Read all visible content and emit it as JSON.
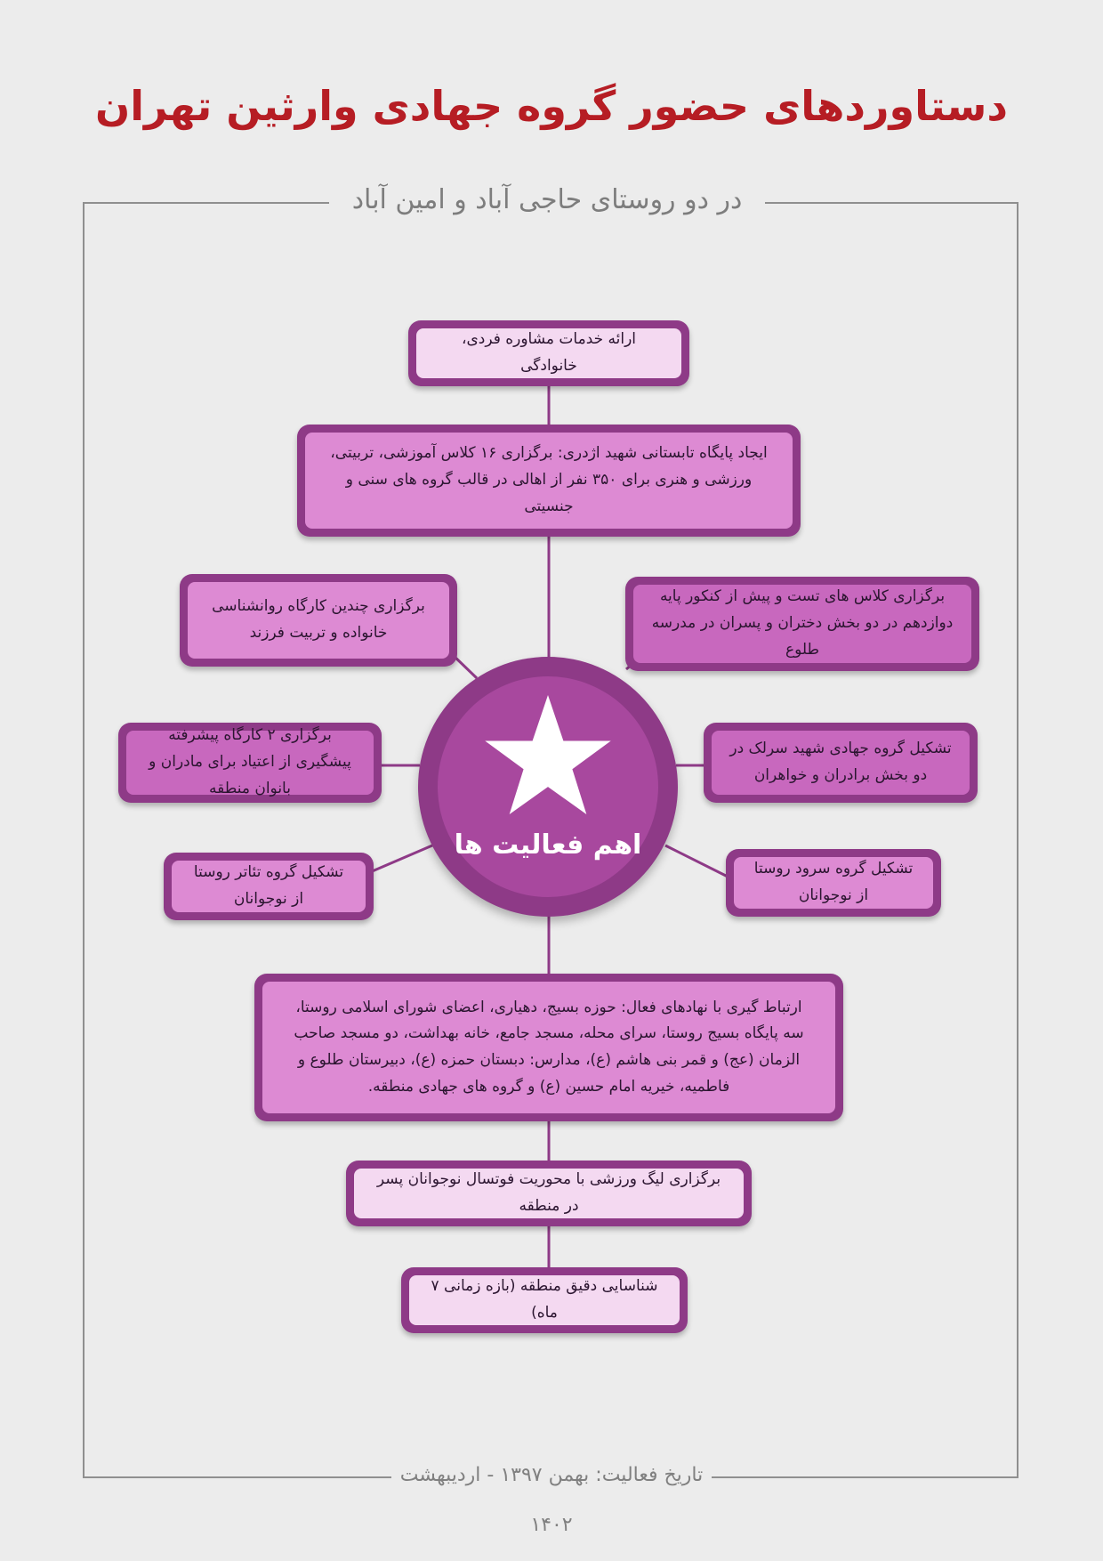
{
  "title": "دستاوردهای حضور گروه جهادی وارثین تهران",
  "subtitle": "در دو روستای حاجی آباد و امین آباد",
  "center": {
    "label": "اهم فعالیت ها",
    "icon": "star-icon"
  },
  "boxes": {
    "top1": "ارائه خدمات مشاوره فردی، خانوادگی",
    "top2": "ایجاد پایگاه تابستانی شهید اژدری: برگزاری ۱۶ کلاس آموزشی، تربیتی، ورزشی و هنری برای ۳۵۰ نفر از اهالی در قالب گروه های سنی و جنسیتی",
    "left1": "برگزاری چندین کارگاه روانشناسی خانواده و تربیت فرزند",
    "right1": "برگزاری کلاس های تست و پیش از کنکور پایه دوازدهم در دو بخش دختران و پسران در مدرسه طلوع",
    "left2": "برگزاری ۲ کارگاه پیشرفته پیشگیری از اعتیاد برای مادران و بانوان منطقه",
    "right2": "تشکیل گروه جهادی شهید سرلک در دو بخش برادران و خواهران",
    "left3": "تشکیل گروه تئاتر روستا از نوجوانان",
    "right3": "تشکیل گروه سرود روستا از نوجوانان",
    "bottom1": "ارتباط گیری با نهادهای فعال: حوزه بسیج، دهیاری، اعضای شورای اسلامی روستا، سه پایگاه بسیج روستا، سرای محله، مسجد جامع، خانه بهداشت، دو مسجد صاحب الزمان (عج) و قمر بنی هاشم (ع)، مدارس: دبستان حمزه (ع)، دبیرستان طلوع و فاطمیه، خیریه امام حسین (ع) و گروه های جهادی منطقه.",
    "bottom2": "برگزاری لیگ ورزشی با محوریت فوتسال نوجوانان پسر در منطقه",
    "bottom3": "شناسایی دقیق منطقه (بازه زمانی ۷ ماه)"
  },
  "footer": "تاریخ فعالیت: بهمن ۱۳۹۷ - اردیبهشت ۱۴۰۲",
  "colors": {
    "title": "#b61d24",
    "frame": "#8f8f8f",
    "box_border": "#8e3a87",
    "box_light": "#f4d9f1",
    "box_mid": "#dd8ad3",
    "circle": "#a8489e",
    "background": "#ececec"
  }
}
